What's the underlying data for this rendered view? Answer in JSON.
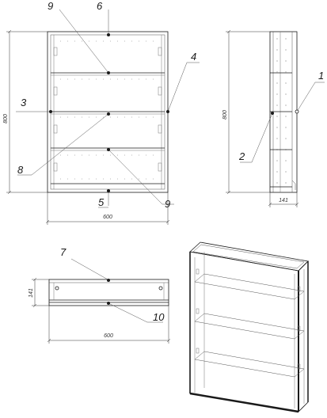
{
  "front_view": {
    "dims": {
      "height": "800",
      "width": "600"
    },
    "callouts": [
      "9",
      "6",
      "4",
      "3",
      "8",
      "5",
      "9"
    ]
  },
  "side_view": {
    "dims": {
      "height": "800",
      "depth": "141"
    },
    "callouts": [
      "1",
      "2"
    ]
  },
  "top_view": {
    "dims": {
      "depth": "141",
      "width": "600"
    },
    "callouts": [
      "7",
      "10"
    ]
  }
}
